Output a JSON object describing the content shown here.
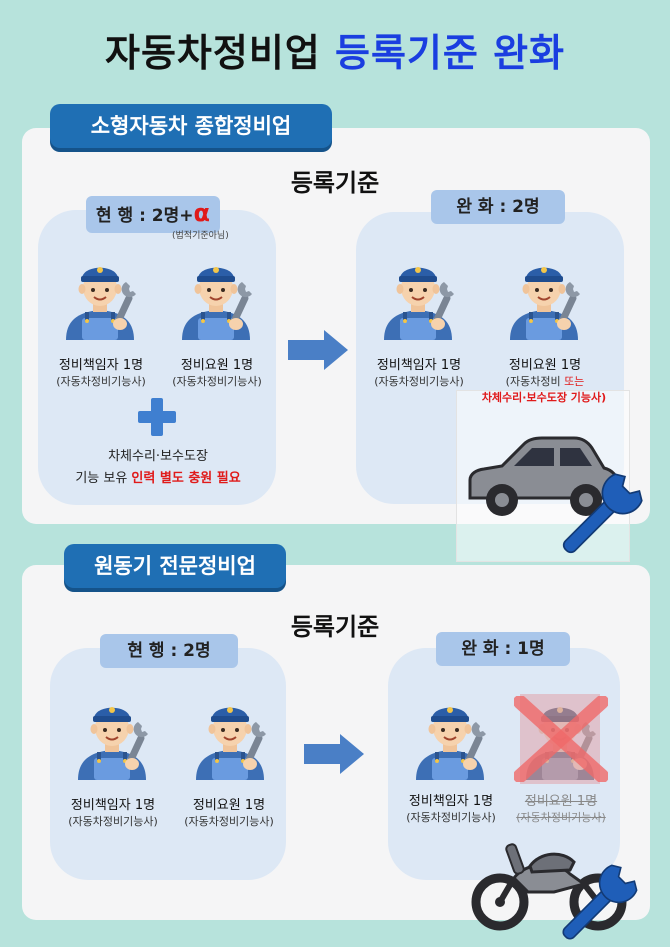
{
  "title": {
    "part1": "자동차정비업",
    "part2": "등록기준 완화"
  },
  "section1": {
    "tab": "소형자동차 종합정비업",
    "subtitle": "등록기준",
    "current": {
      "pill": "현 행 : 2명+",
      "alpha": "α",
      "note": "(법적기준아님)",
      "person1": {
        "name": "정비책임자 1명",
        "qual": "(자동차정비기능사)"
      },
      "person2": {
        "name": "정비요원 1명",
        "qual": "(자동차정비기능사)"
      },
      "desc_line1": "차체수리·보수도장",
      "desc_line2_prefix": "기능 보유 ",
      "desc_line2_red": "인력 별도 충원 필요"
    },
    "relaxed": {
      "pill": "완 화 : 2명",
      "person1": {
        "name": "정비책임자 1명",
        "qual": "(자동차정비기능사)"
      },
      "person2": {
        "name": "정비요원 1명",
        "qual_prefix": "(자동차정비 ",
        "qual_red": "또는",
        "qual_line2": "차체수리·보수도장 기능사)"
      }
    }
  },
  "section2": {
    "tab": "원동기 전문정비업",
    "subtitle": "등록기준",
    "current": {
      "pill": "현 행 : 2명",
      "person1": {
        "name": "정비책임자 1명",
        "qual": "(자동차정비기능사)"
      },
      "person2": {
        "name": "정비요원 1명",
        "qual": "(자동차정비기능사)"
      }
    },
    "relaxed": {
      "pill": "완 화 : 1명",
      "person1": {
        "name": "정비책임자 1명",
        "qual": "(자동차정비기능사)"
      },
      "person2": {
        "name": "정비요원 1명",
        "qual": "(자동차정비기능사)"
      }
    }
  },
  "icons": [
    "mechanic-icon",
    "arrow-right-icon",
    "plus-icon",
    "car-icon",
    "wrench-icon",
    "motorcycle-icon",
    "cross-icon"
  ],
  "colors": {
    "background": "#b7e3dc",
    "accent_blue": "#1a3ee0",
    "tab_blue": "#1f6fb4",
    "pill_blue": "#a9c6ea",
    "red": "#e01a1a"
  }
}
